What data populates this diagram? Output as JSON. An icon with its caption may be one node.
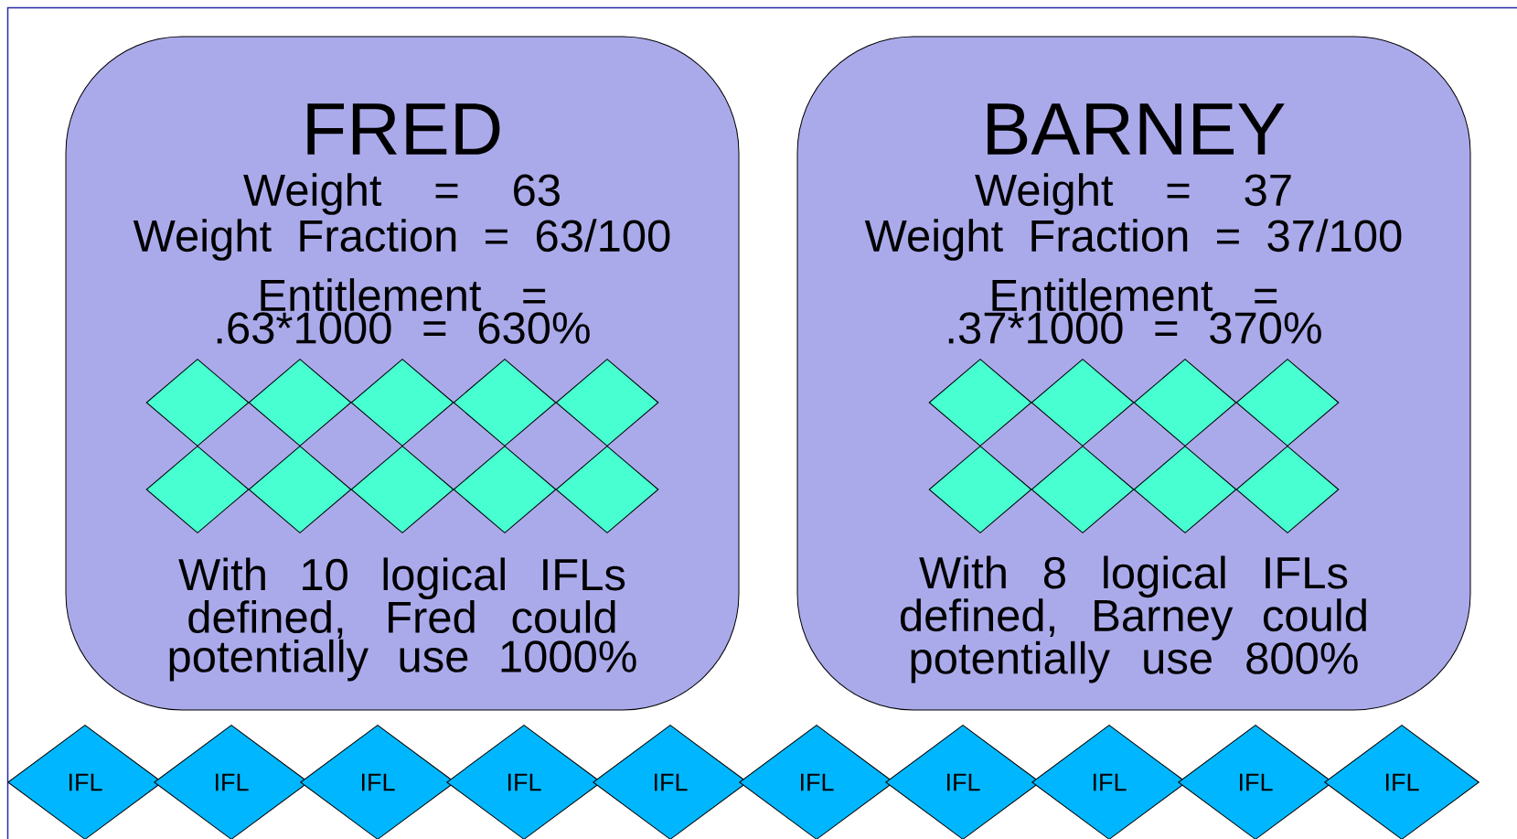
{
  "diagram": {
    "nodes": [
      {
        "text": [
          "FRED",
          "Weight = 63",
          "Weight Fraction = 63/100",
          "Entitlement = .63*1000 = 630%",
          "With 10 logical IFLs defined, Fred could potentially use 1000%"
        ]
      },
      {
        "text": [],
        "shape": "diamond",
        "in": 0
      },
      {
        "text": [],
        "shape": "diamond",
        "in": 0
      },
      {
        "text": [],
        "shape": "diamond",
        "in": 0
      },
      {
        "text": [],
        "shape": "diamond",
        "in": 0
      },
      {
        "text": [],
        "shape": "diamond",
        "in": 0
      },
      {
        "text": [],
        "shape": "diamond",
        "in": 0
      },
      {
        "text": [],
        "shape": "diamond",
        "in": 0
      },
      {
        "text": [],
        "shape": "diamond",
        "in": 0
      },
      {
        "text": [],
        "shape": "diamond",
        "in": 0
      },
      {
        "text": [],
        "shape": "diamond",
        "in": 0
      },
      {
        "text": [
          "BARNEY",
          "Weight = 37",
          "Weight Fraction = 37/100",
          "Entitlement = .37*1000 = 370%",
          "With 8 logical IFLs defined, Barney could potentially use 800%"
        ]
      },
      {
        "text": [],
        "shape": "diamond",
        "in": 11
      },
      {
        "text": [],
        "shape": "diamond",
        "in": 11
      },
      {
        "text": [],
        "shape": "diamond",
        "in": 11
      },
      {
        "text": [],
        "shape": "diamond",
        "in": 11
      },
      {
        "text": [],
        "shape": "diamond",
        "in": 11
      },
      {
        "text": [],
        "shape": "diamond",
        "in": 11
      },
      {
        "text": [],
        "shape": "diamond",
        "in": 11
      },
      {
        "text": [],
        "shape": "diamond",
        "in": 11
      },
      {
        "text": [
          "IFL"
        ]
      },
      {
        "text": [
          "IFL"
        ]
      },
      {
        "text": [
          "IFL"
        ]
      },
      {
        "text": [
          "IFL"
        ]
      },
      {
        "text": [
          "IFL"
        ]
      },
      {
        "text": [
          "IFL"
        ]
      },
      {
        "text": [
          "IFL"
        ]
      },
      {
        "text": [
          "IFL"
        ]
      },
      {
        "text": [
          "IFL"
        ]
      },
      {
        "text": [
          "IFL"
        ]
      }
    ]
  }
}
